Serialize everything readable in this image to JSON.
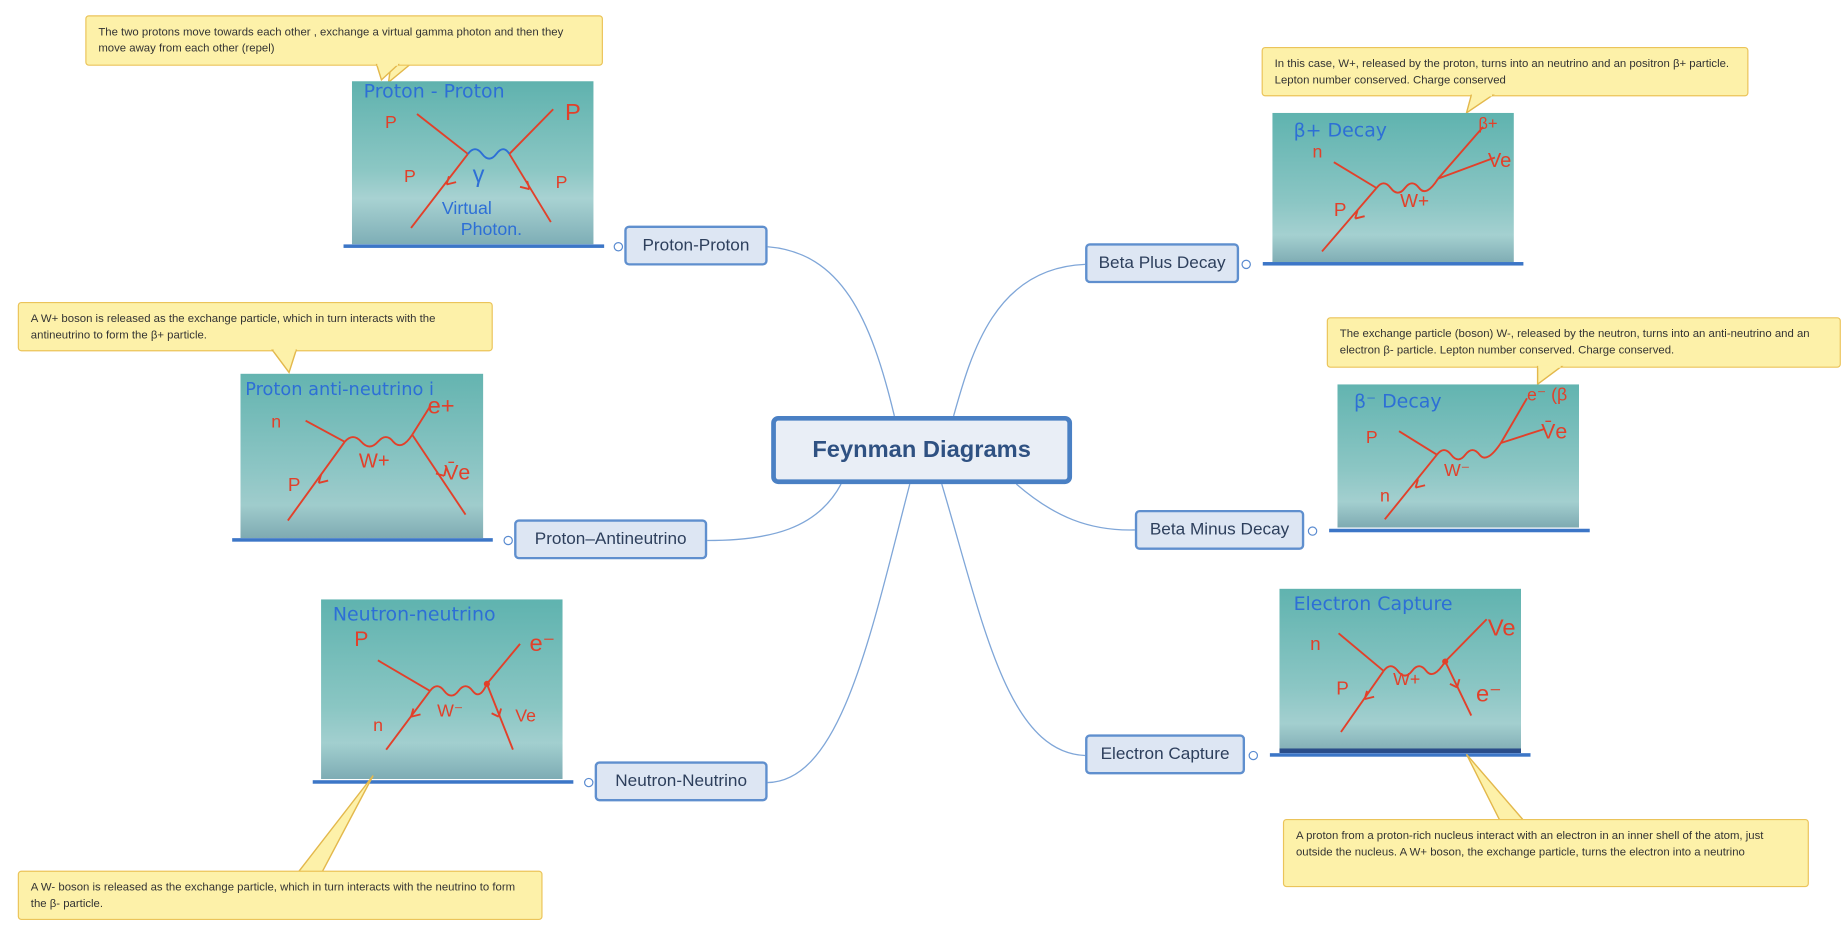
{
  "central_topic": "Feynman Diagrams",
  "topics": {
    "proton_proton": "Proton-Proton",
    "proton_antineutrino": "Proton–Antineutrino",
    "neutron_neutrino": "Neutron-Neutrino",
    "beta_plus": "Beta Plus Decay",
    "beta_minus": "Beta Minus Decay",
    "electron_capture": "Electron Capture"
  },
  "notes": {
    "proton_proton": "The two protons move towards each other , exchange a virtual gamma photon and then they move away from each other (repel)",
    "proton_antineutrino": "A W+ boson is released as the exchange particle, which in turn interacts with the antineutrino to form the β+ particle.",
    "neutron_neutrino": "A W- boson is released as the exchange particle, which in turn interacts with the neutrino to form the β- particle.",
    "beta_plus": "In this case, W+, released by the proton, turns into an neutrino and an positron  β+ particle. Lepton number conserved. Charge conserved",
    "beta_minus": " The exchange particle (boson)  W-, released by the neutron, turns into an anti-neutrino and an electron  β- particle. Lepton number conserved. Charge conserved.",
    "electron_capture": " A proton from a proton-rich nucleus interact with an electron in an inner shell of the atom, just outside the nucleus. A W+ boson, the exchange particle, turns the electron into a neutrino"
  },
  "photos": {
    "proton_proton": {
      "title": "Proton - Proton",
      "labels": [
        "P",
        "P",
        "P",
        "P",
        "γ",
        "Virtual",
        "Photon."
      ]
    },
    "proton_antineutrino": {
      "title": "Proton  anti-neutrino i",
      "labels": [
        "n",
        "e+",
        "W+",
        "P",
        "V̄e"
      ]
    },
    "neutron_neutrino": {
      "title": "Neutron-neutrino",
      "labels": [
        "P",
        "e⁻",
        "W⁻",
        "n",
        "Ve"
      ]
    },
    "beta_plus": {
      "title": "β+ Decay",
      "labels": [
        "β+",
        "n",
        "Ve",
        "W+",
        "P"
      ]
    },
    "beta_minus": {
      "title": "β⁻ Decay",
      "labels": [
        "e⁻ (β",
        "P",
        "V̄e",
        "W⁻",
        "n"
      ]
    },
    "electron_capture": {
      "title": "Electron Capture",
      "labels": [
        "n",
        "Ve",
        "W+",
        "P",
        "e⁻"
      ]
    }
  },
  "colors": {
    "central_border": "#4a80c4",
    "topic_fill": "#dde6f3",
    "note_fill": "#fdf1a9",
    "note_border": "#ebc45a",
    "link_line": "#7fa6d8",
    "ink_blue": "#2d6fd6",
    "ink_red": "#e2402a"
  }
}
